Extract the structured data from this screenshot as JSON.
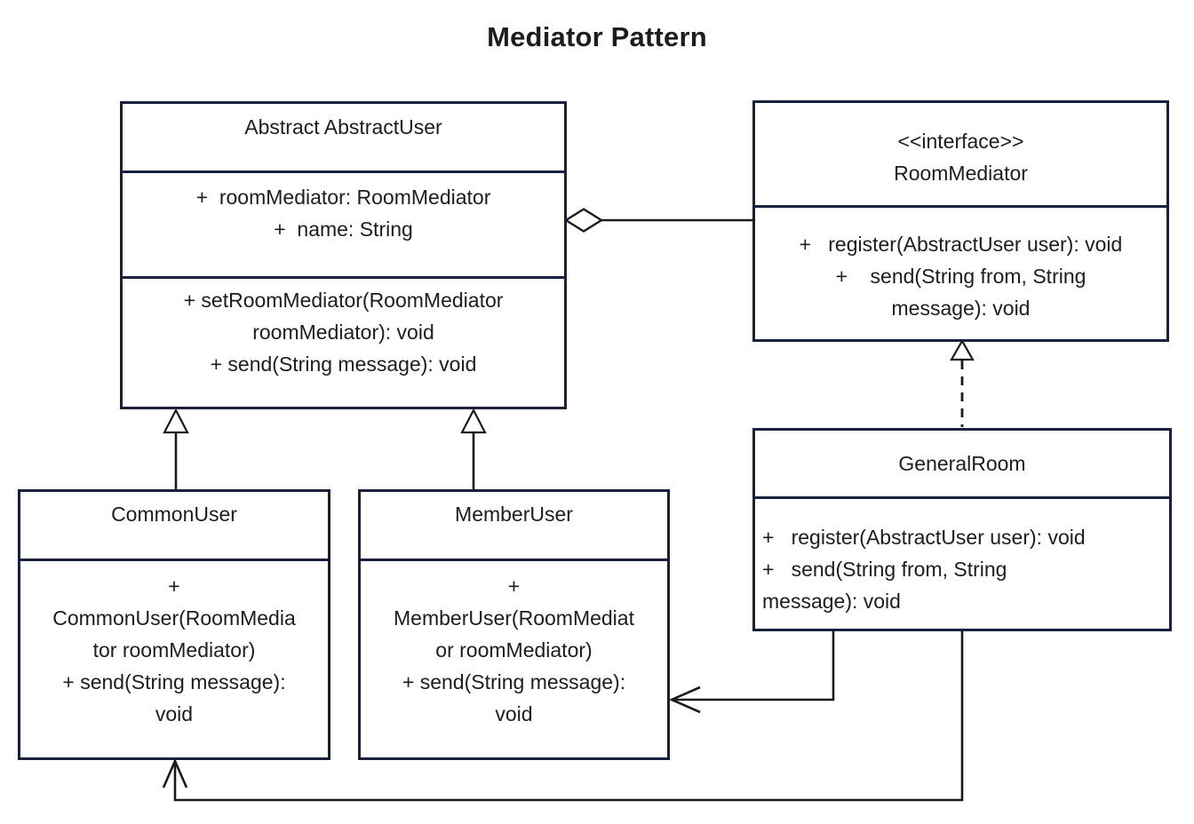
{
  "page": {
    "title": "Mediator Pattern"
  },
  "colors": {
    "box_border": "#19203f",
    "connector": "#1a1a1a",
    "text": "#1d1d1f",
    "background": "#ffffff"
  },
  "classes": {
    "abstractUser": {
      "name": "Abstract AbstractUser",
      "attributes": [
        "+  roomMediator: RoomMediator",
        "+  name: String"
      ],
      "methods": [
        "+ setRoomMediator(RoomMediator",
        "roomMediator): void",
        "+ send(String message): void"
      ]
    },
    "roomMediator": {
      "stereotype": "<<interface>>",
      "name": "RoomMediator",
      "methods": [
        "+   register(AbstractUser user): void",
        "+    send(String from, String",
        "message): void"
      ]
    },
    "commonUser": {
      "name": "CommonUser",
      "methods": [
        "+",
        "CommonUser(RoomMedia",
        "tor roomMediator)",
        "+ send(String message):",
        "void"
      ]
    },
    "memberUser": {
      "name": "MemberUser",
      "methods": [
        "+",
        "MemberUser(RoomMediat",
        "or roomMediator)",
        "+ send(String message):",
        "void"
      ]
    },
    "generalRoom": {
      "name": "GeneralRoom",
      "methods": [
        "+   register(AbstractUser user): void",
        "+   send(String from, String",
        "message): void"
      ]
    }
  },
  "relationships": [
    {
      "type": "aggregation",
      "from": "AbstractUser",
      "to": "RoomMediator"
    },
    {
      "type": "generalization",
      "from": "CommonUser",
      "to": "AbstractUser"
    },
    {
      "type": "generalization",
      "from": "MemberUser",
      "to": "AbstractUser"
    },
    {
      "type": "realization",
      "from": "GeneralRoom",
      "to": "RoomMediator"
    },
    {
      "type": "association",
      "from": "GeneralRoom",
      "to": "MemberUser"
    },
    {
      "type": "association",
      "from": "GeneralRoom",
      "to": "CommonUser"
    }
  ]
}
